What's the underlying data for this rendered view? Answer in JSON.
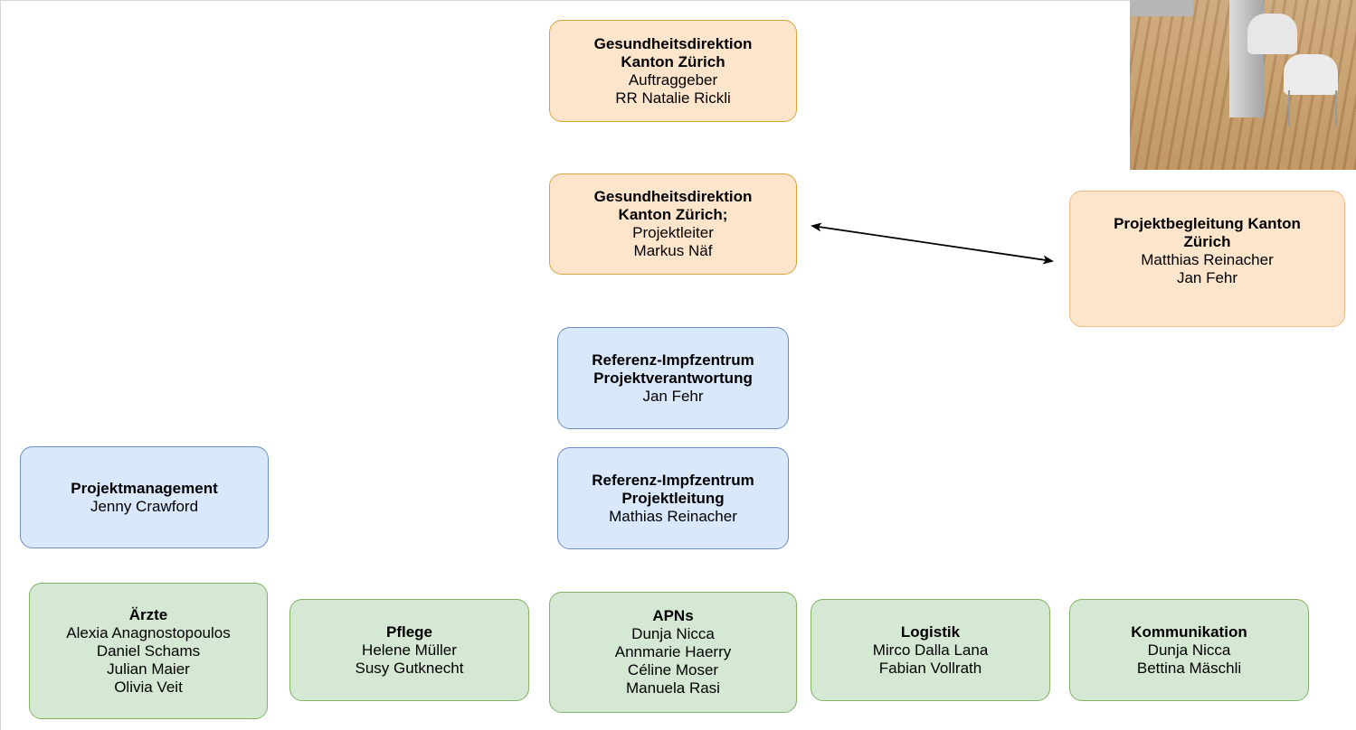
{
  "colors": {
    "orange_fill": "#fde5cc",
    "orange_border": "#d8a33c",
    "blue_fill": "#dae8fc",
    "blue_border": "#6c8ebf",
    "green_fill": "#d5e8d4",
    "green_border": "#82b366"
  },
  "nodes": {
    "auftraggeber": {
      "title1": "Gesundheitsdirektion",
      "title2": "Kanton Zürich",
      "role": "Auftraggeber",
      "name": "RR Natalie Rickli"
    },
    "projektleiter_gd": {
      "title1": "Gesundheitsdirektion",
      "title2": "Kanton Zürich;",
      "role": "Projektleiter",
      "name": "Markus Näf"
    },
    "projektbegleitung": {
      "title1": "Projektbegleitung Kanton",
      "title2": "Zürich",
      "names": [
        "Matthias Reinacher",
        "Jan Fehr"
      ]
    },
    "projektverantwortung": {
      "title1": "Referenz-Impfzentrum",
      "title2": "Projektverantwortung",
      "name": "Jan Fehr"
    },
    "projektleitung": {
      "title1": "Referenz-Impfzentrum",
      "title2": "Projektleitung",
      "name": "Mathias Reinacher"
    },
    "projektmanagement": {
      "title": "Projektmanagement",
      "name": "Jenny Crawford"
    },
    "aerzte": {
      "title": "Ärzte",
      "names": [
        "Alexia Anagnostopoulos",
        "Daniel Schams",
        "Julian Maier",
        "Olivia Veit"
      ]
    },
    "pflege": {
      "title": "Pflege",
      "names": [
        "Helene Müller",
        "Susy Gutknecht"
      ]
    },
    "apns": {
      "title": "APNs",
      "names": [
        "Dunja Nicca",
        "Annmarie Haerry",
        "Céline Moser",
        "Manuela Rasi"
      ]
    },
    "logistik": {
      "title": "Logistik",
      "names": [
        "Mirco Dalla Lana",
        "Fabian Vollrath"
      ]
    },
    "kommunikation": {
      "title": "Kommunikation",
      "names": [
        "Dunja Nicca",
        "Bettina Mäschli"
      ]
    }
  }
}
